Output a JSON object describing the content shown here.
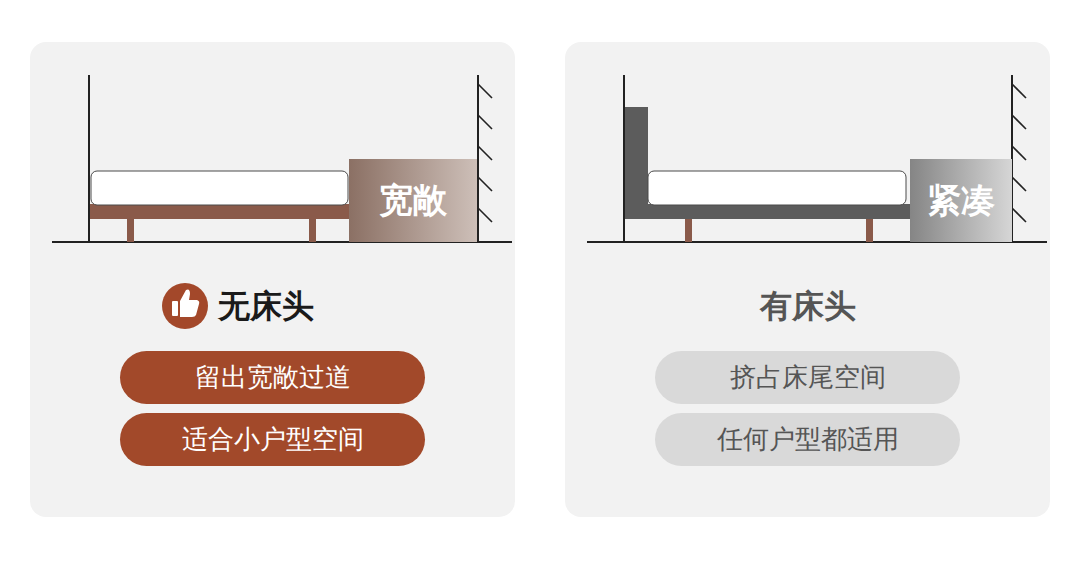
{
  "diagram": {
    "nodes": [
      {
        "text": [
          "无床头"
        ]
      },
      {
        "text": [
          "宽敞"
        ],
        "in": 0
      },
      {
        "text": [
          "留出宽敞过道"
        ],
        "in": 0
      },
      {
        "text": [
          "适合小户型空间"
        ],
        "in": 0
      },
      {
        "text": [
          "有床头"
        ]
      },
      {
        "text": [
          "紧凑"
        ],
        "in": 4
      },
      {
        "text": [
          "挤占床尾空间"
        ],
        "in": 4
      },
      {
        "text": [
          "任何户型都适用"
        ],
        "in": 4
      }
    ]
  }
}
